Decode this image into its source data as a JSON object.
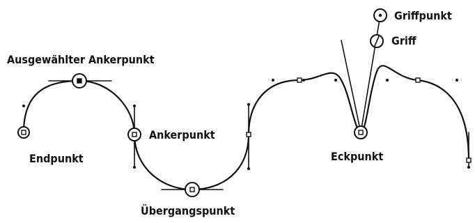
{
  "labels": {
    "selected_anchor": "Ausgewählter Ankerpunkt",
    "endpoint": "Endpunkt",
    "anchor": "Ankerpunkt",
    "transition": "Übergangspunkt",
    "corner": "Eckpunkt",
    "handle": "Griff",
    "handle_point": "Griffpunkt"
  },
  "colors": {
    "stroke": "#111111",
    "background": "#ffffff"
  }
}
